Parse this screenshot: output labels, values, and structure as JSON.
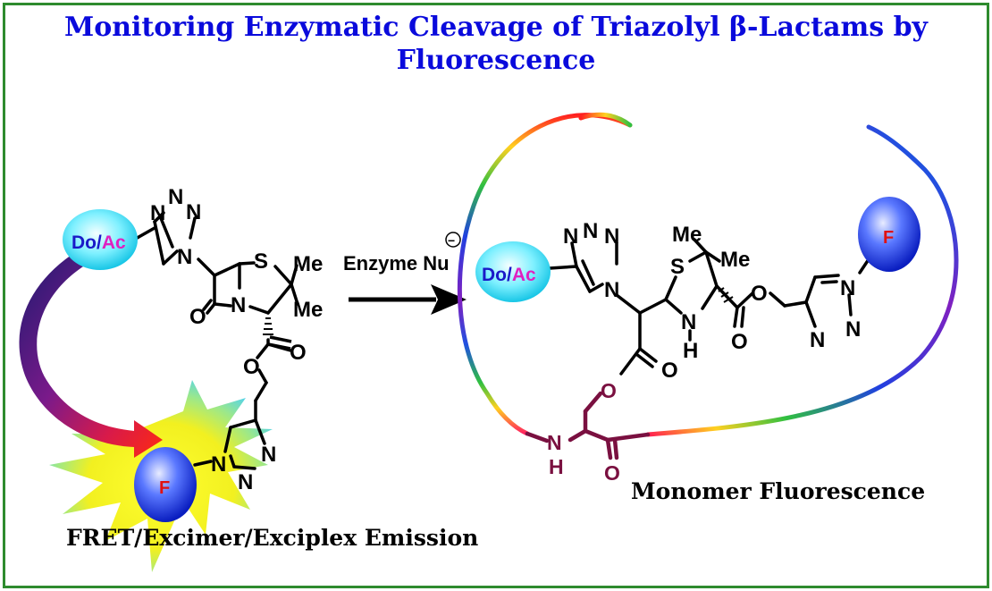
{
  "title": {
    "line1": "Monitoring Enzymatic Cleavage of Triazolyl β-Lactams by",
    "line2": "Fluorescence"
  },
  "captions": {
    "left": "FRET/Excimer/Exciplex Emission",
    "right": "Monomer Fluorescence"
  },
  "reaction": {
    "reagent": "Enzyme Nu",
    "charge": "−"
  },
  "labels": {
    "donor_acceptor_do": "Do",
    "donor_acceptor_slash": "/",
    "donor_acceptor_ac": "Ac",
    "fluorophore": "F"
  },
  "atoms": {
    "N": "N",
    "S": "S",
    "O": "O",
    "Me": "Me",
    "H": "H"
  },
  "colors": {
    "title": "#0a0adc",
    "frame": "#2e8b2e",
    "peptide": "#7a1040",
    "do_text": "#1a1ac8",
    "ac_text": "#e020c0",
    "f_text": "#e01010",
    "starburst": "#f0f020"
  }
}
